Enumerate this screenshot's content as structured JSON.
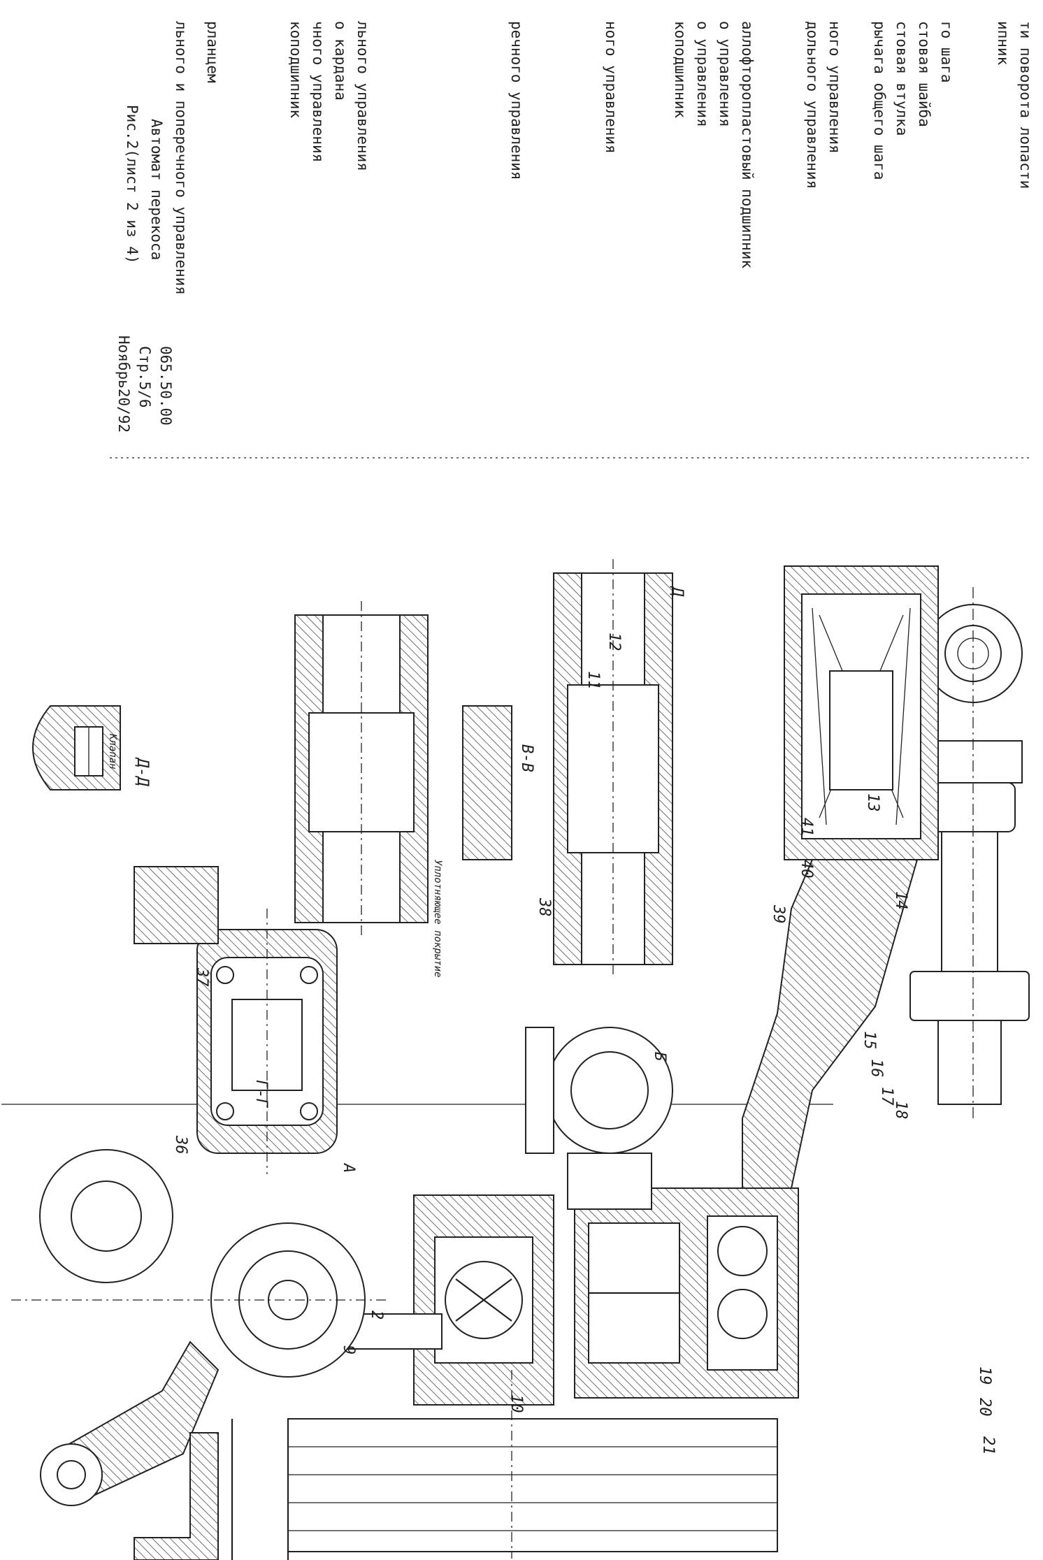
{
  "legend_lines": [
    "ти поворота лопасти",
    "ипник",
    "го шага",
    "стовая шайба",
    "стовая втулка",
    "рычага общего шага",
    "ного управления",
    "дольного управления",
    "аллофторопластовый подшипник",
    "о управления",
    "о управления",
    "коподшипник",
    "ного управления",
    "речного управления",
    "льного управления",
    "о кардана",
    "чного управления",
    "коподшипник",
    "рланцем",
    "льного и поперечного управления"
  ],
  "figure_title": "Автомат перекоса",
  "figure_caption": "Рис.2(лист 2 из 4)",
  "doc_code": "065.50.00",
  "page_ref": "Стр.5/6",
  "date_ref": "Ноябрь20/92",
  "section_labels": {
    "dd": "Д-Д",
    "vv": "В-В",
    "gg": "Г-Г",
    "b_marker": "Б",
    "a_marker": "А",
    "d_marker": "Д"
  },
  "annotations": {
    "valve": "Клапан",
    "sealing_coating": "Уплотняющее покрытие"
  },
  "callouts": [
    "2",
    "9",
    "10",
    "11",
    "12",
    "13",
    "14",
    "15",
    "16",
    "17",
    "18",
    "19",
    "20",
    "21",
    "36",
    "37",
    "38",
    "39",
    "40",
    "41"
  ],
  "colors": {
    "ink": "#1f1f1f",
    "paper": "#ffffff"
  }
}
